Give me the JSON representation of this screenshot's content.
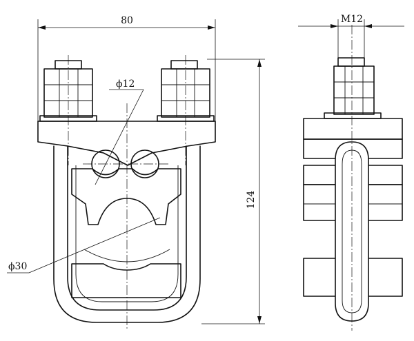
{
  "drawing": {
    "dimensions": {
      "width": "80",
      "height": "124",
      "thread": "M12",
      "hole_diameter": "ϕ12",
      "slot_diameter": "ϕ30"
    }
  }
}
